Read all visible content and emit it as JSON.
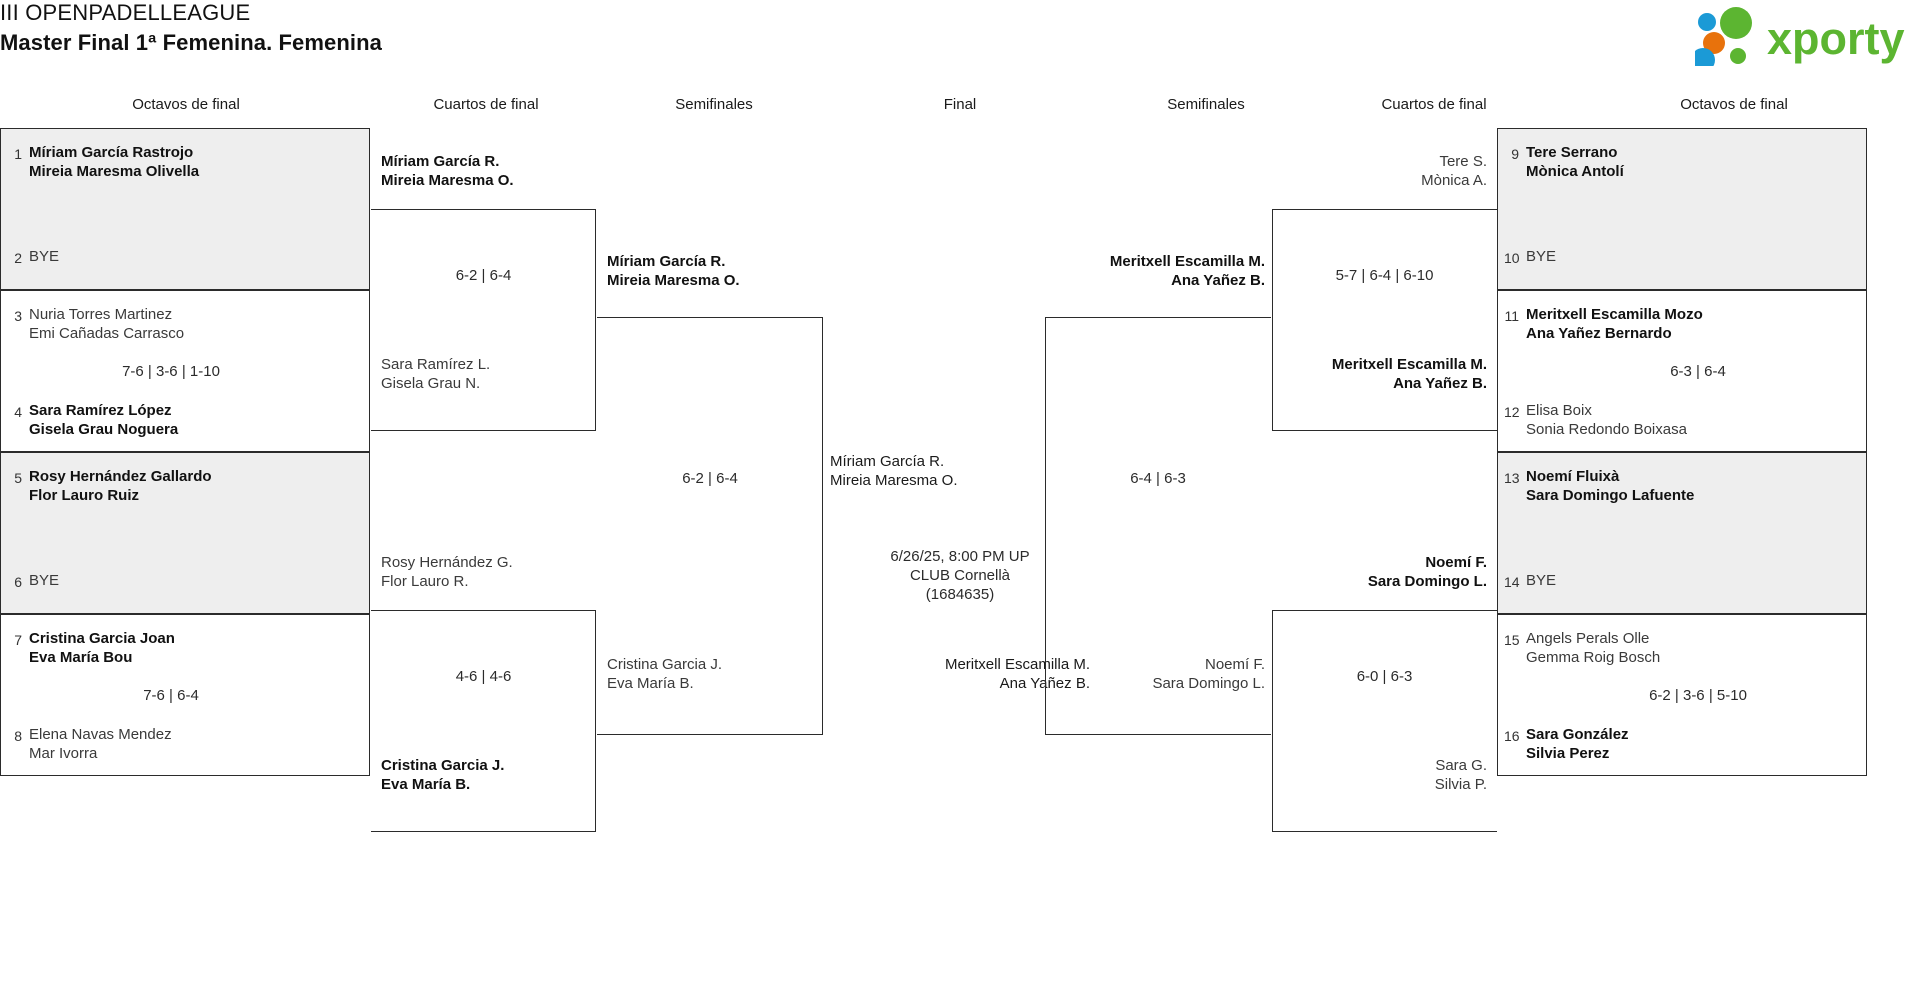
{
  "header": {
    "title": "III OPENPADELLEAGUE",
    "subtitle": "Master Final 1ª Femenina. Femenina",
    "logo_text": "xporty",
    "logo_colors": {
      "green": "#5cb531",
      "orange": "#e8720c",
      "blue": "#1b9ad6"
    }
  },
  "round_labels": {
    "left_r16": "Octavos de final",
    "left_qf": "Cuartos de final",
    "left_sf": "Semifinales",
    "final": "Final",
    "right_sf": "Semifinales",
    "right_qf": "Cuartos de final",
    "right_r16": "Octavos de final"
  },
  "left": {
    "r16": [
      {
        "top": {
          "seed": "1",
          "line1": "Míriam García Rastrojo",
          "line2": "Mireia Maresma Olivella",
          "winner": true
        },
        "bottom": {
          "seed": "2",
          "line1": "BYE",
          "line2": "",
          "winner": false,
          "bye": true
        },
        "score": "",
        "shaded": true
      },
      {
        "top": {
          "seed": "3",
          "line1": "Nuria Torres Martinez",
          "line2": "Emi Cañadas Carrasco",
          "winner": false
        },
        "bottom": {
          "seed": "4",
          "line1": "Sara Ramírez López",
          "line2": "Gisela Grau Noguera",
          "winner": true
        },
        "score": "7-6 | 3-6 | 1-10",
        "shaded": false
      },
      {
        "top": {
          "seed": "5",
          "line1": "Rosy Hernández Gallardo",
          "line2": "Flor Lauro Ruiz",
          "winner": true
        },
        "bottom": {
          "seed": "6",
          "line1": "BYE",
          "line2": "",
          "winner": false,
          "bye": true
        },
        "score": "",
        "shaded": true
      },
      {
        "top": {
          "seed": "7",
          "line1": "Cristina Garcia Joan",
          "line2": "Eva María Bou",
          "winner": true
        },
        "bottom": {
          "seed": "8",
          "line1": "Elena Navas Mendez",
          "line2": "Mar Ivorra",
          "winner": false
        },
        "score": "7-6 | 6-4",
        "shaded": false
      }
    ],
    "qf": [
      {
        "top": {
          "line1": "Míriam García R.",
          "line2": "Mireia Maresma O.",
          "winner": true
        },
        "bottom": {
          "line1": "Sara Ramírez L.",
          "line2": "Gisela Grau N.",
          "winner": false
        },
        "score": "6-2 | 6-4"
      },
      {
        "top": {
          "line1": "Rosy Hernández G.",
          "line2": "Flor Lauro R.",
          "winner": false
        },
        "bottom": {
          "line1": "Cristina Garcia J.",
          "line2": "Eva María B.",
          "winner": true
        },
        "score": "4-6 | 4-6"
      }
    ],
    "sf": [
      {
        "top": {
          "line1": "Míriam García R.",
          "line2": "Mireia Maresma O.",
          "winner": true
        },
        "bottom": {
          "line1": "Cristina Garcia J.",
          "line2": "Eva María B.",
          "winner": false
        },
        "score": "6-2 | 6-4"
      }
    ]
  },
  "final": {
    "top": {
      "line1": "Míriam García R.",
      "line2": "Mireia Maresma O.",
      "winner": false
    },
    "bottom": {
      "line1": "Meritxell Escamilla M.",
      "line2": "Ana Yañez B.",
      "winner": false
    },
    "info_line1": "6/26/25, 8:00 PM UP",
    "info_line2": "CLUB Cornellà",
    "info_line3": "(1684635)"
  },
  "right": {
    "sf": [
      {
        "top": {
          "line1": "Meritxell Escamilla M.",
          "line2": "Ana Yañez B.",
          "winner": true
        },
        "bottom": {
          "line1": "Noemí F.",
          "line2": "Sara Domingo L.",
          "winner": false
        },
        "score": "6-4 | 6-3"
      }
    ],
    "qf": [
      {
        "top": {
          "line1": "Tere S.",
          "line2": "Mònica A.",
          "winner": false
        },
        "bottom": {
          "line1": "Meritxell Escamilla M.",
          "line2": "Ana Yañez B.",
          "winner": true
        },
        "score": "5-7 | 6-4 | 6-10"
      },
      {
        "top": {
          "line1": "Noemí F.",
          "line2": "Sara Domingo L.",
          "winner": true
        },
        "bottom": {
          "line1": "Sara G.",
          "line2": "Silvia P.",
          "winner": false
        },
        "score": "6-0 | 6-3"
      }
    ],
    "r16": [
      {
        "top": {
          "seed": "9",
          "line1": "Tere Serrano",
          "line2": "Mònica Antolí",
          "winner": true
        },
        "bottom": {
          "seed": "10",
          "line1": "BYE",
          "line2": "",
          "winner": false,
          "bye": true
        },
        "score": "",
        "shaded": true
      },
      {
        "top": {
          "seed": "11",
          "line1": "Meritxell Escamilla Mozo",
          "line2": "Ana Yañez Bernardo",
          "winner": true
        },
        "bottom": {
          "seed": "12",
          "line1": "Elisa Boix",
          "line2": "Sonia Redondo Boixasa",
          "winner": false
        },
        "score": "6-3 | 6-4",
        "shaded": false
      },
      {
        "top": {
          "seed": "13",
          "line1": "Noemí Fluixà",
          "line2": "Sara Domingo Lafuente",
          "winner": true
        },
        "bottom": {
          "seed": "14",
          "line1": "BYE",
          "line2": "",
          "winner": false,
          "bye": true
        },
        "score": "",
        "shaded": true
      },
      {
        "top": {
          "seed": "15",
          "line1": "Angels Perals Olle",
          "line2": "Gemma Roig Bosch",
          "winner": false
        },
        "bottom": {
          "seed": "16",
          "line1": "Sara González",
          "line2": "Silvia Perez",
          "winner": true
        },
        "score": "6-2 | 3-6 | 5-10",
        "shaded": false
      }
    ]
  }
}
